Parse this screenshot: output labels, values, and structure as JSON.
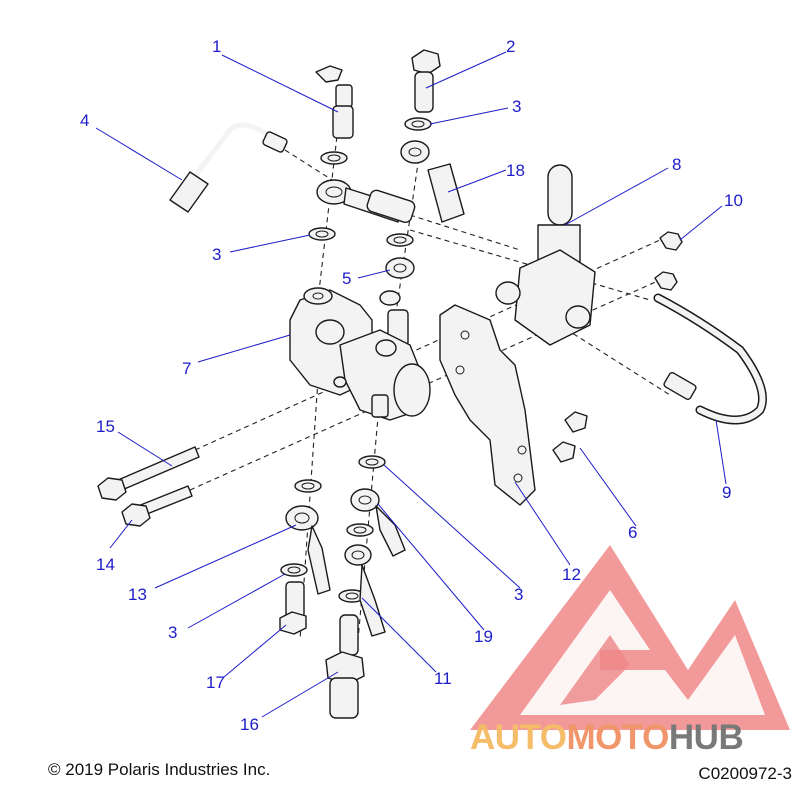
{
  "callouts": [
    "1",
    "2",
    "3",
    "4",
    "3",
    "18",
    "8",
    "10",
    "5",
    "7",
    "15",
    "14",
    "13",
    "3",
    "17",
    "16",
    "11",
    "19",
    "3",
    "12",
    "6",
    "9"
  ],
  "footer": {
    "copyright": "© 2019 Polaris Industries Inc.",
    "diagram_id": "C0200972-3"
  },
  "watermark": {
    "part1": "AUTO",
    "part2": "MOTO",
    "part3": "HUB",
    "colors": {
      "logo": "#ee7070",
      "auto": "#f4b55a",
      "hub": "#6b6b6b"
    }
  },
  "colors": {
    "callout": "#1d1dc9",
    "line": "#1a1a1a"
  }
}
